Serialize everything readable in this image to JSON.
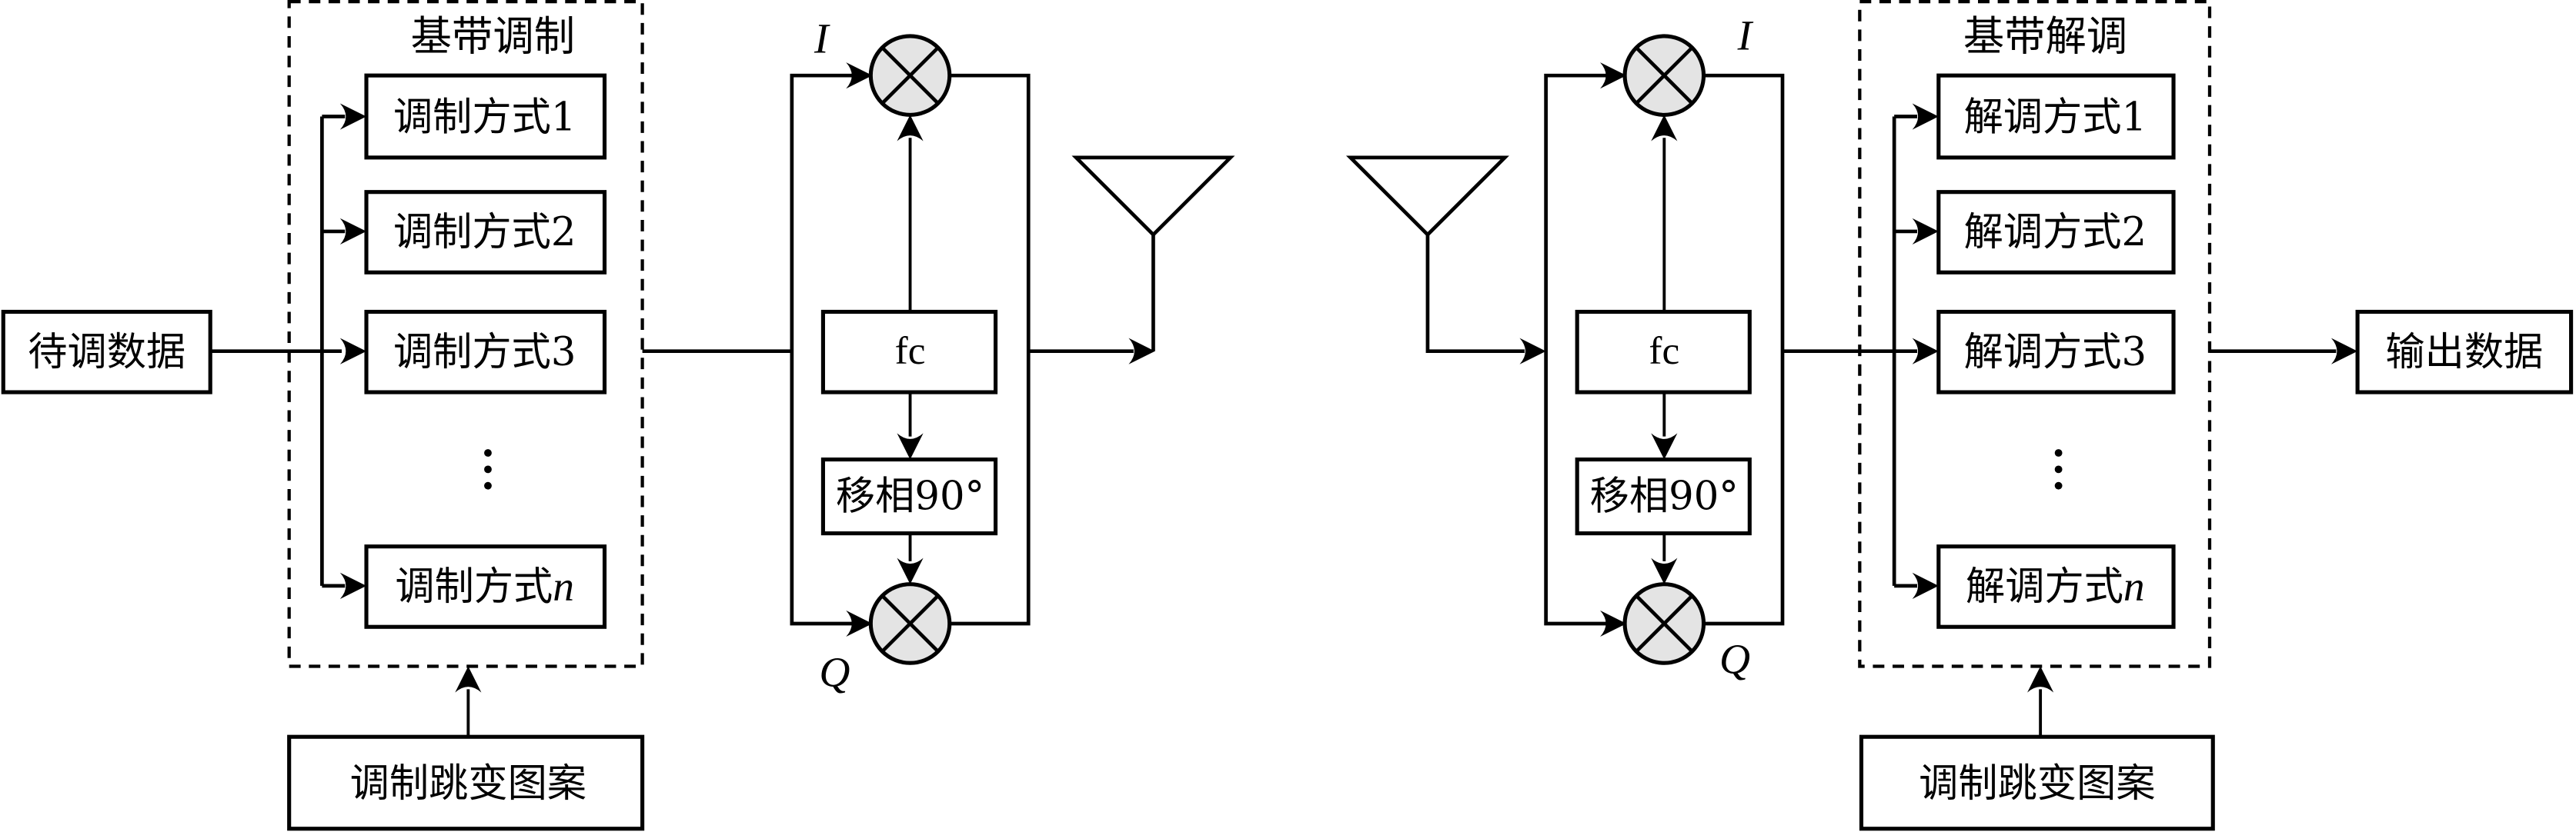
{
  "diagram": {
    "type": "block-diagram",
    "subject": "modulation hopping transmitter/receiver",
    "input_block": {
      "label": "待调数据"
    },
    "output_block": {
      "label": "输出数据"
    },
    "modulator_group": {
      "title": "基带调制",
      "blocks": [
        {
          "label": "调制方式1"
        },
        {
          "label": "调制方式2"
        },
        {
          "label": "调制方式3"
        },
        {
          "label_prefix": "调制方式",
          "label_suffix": "n"
        }
      ],
      "ellipsis": "⋮"
    },
    "demodulator_group": {
      "title": "基带解调",
      "blocks": [
        {
          "label": "解调方式1"
        },
        {
          "label": "解调方式2"
        },
        {
          "label": "解调方式3"
        },
        {
          "label_prefix": "解调方式",
          "label_suffix": "n"
        }
      ],
      "ellipsis": "⋮"
    },
    "tx_iq": {
      "carrier_label": "fc",
      "phase_shift_label": "移相90°",
      "i_label": "I",
      "q_label": "Q"
    },
    "rx_iq": {
      "carrier_label": "fc",
      "phase_shift_label": "移相90°",
      "i_label": "I",
      "q_label": "Q"
    },
    "tx_pattern": {
      "label": "调制跳变图案"
    },
    "rx_pattern": {
      "label": "调制跳变图案"
    },
    "colors": {
      "line": "#000000",
      "mixer_fill": "#e4e4e4",
      "background": "#ffffff"
    }
  }
}
